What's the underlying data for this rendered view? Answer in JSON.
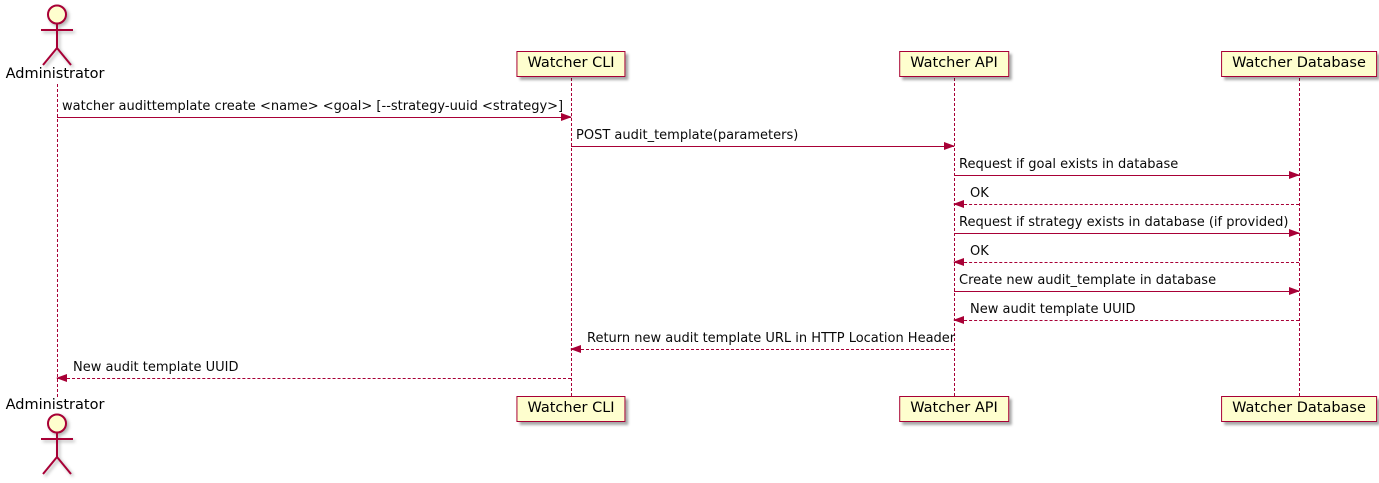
{
  "diagram": {
    "type": "sequence-diagram",
    "colors": {
      "stroke": "#A80036",
      "participant_fill": "#FEFECE",
      "text": "#000000",
      "background": "#FFFFFF"
    },
    "actor": {
      "label": "Administrator"
    },
    "participants": [
      {
        "label": "Watcher CLI"
      },
      {
        "label": "Watcher API"
      },
      {
        "label": "Watcher Database"
      }
    ],
    "messages": [
      {
        "from": "Administrator",
        "to": "Watcher CLI",
        "style": "solid",
        "label": "watcher audittemplate create <name> <goal> [--strategy-uuid <strategy>]"
      },
      {
        "from": "Watcher CLI",
        "to": "Watcher API",
        "style": "solid",
        "label": "POST audit_template(parameters)"
      },
      {
        "from": "Watcher API",
        "to": "Watcher Database",
        "style": "solid",
        "label": "Request if goal exists in database"
      },
      {
        "from": "Watcher Database",
        "to": "Watcher API",
        "style": "dashed",
        "label": "OK"
      },
      {
        "from": "Watcher API",
        "to": "Watcher Database",
        "style": "solid",
        "label": "Request if strategy exists in database (if provided)"
      },
      {
        "from": "Watcher Database",
        "to": "Watcher API",
        "style": "dashed",
        "label": "OK"
      },
      {
        "from": "Watcher API",
        "to": "Watcher Database",
        "style": "solid",
        "label": "Create new audit_template in database"
      },
      {
        "from": "Watcher Database",
        "to": "Watcher API",
        "style": "dashed",
        "label": "New audit template UUID"
      },
      {
        "from": "Watcher API",
        "to": "Watcher CLI",
        "style": "dashed",
        "label": "Return new audit template URL in HTTP Location Header"
      },
      {
        "from": "Watcher CLI",
        "to": "Administrator",
        "style": "dashed",
        "label": "New audit template UUID"
      }
    ]
  }
}
